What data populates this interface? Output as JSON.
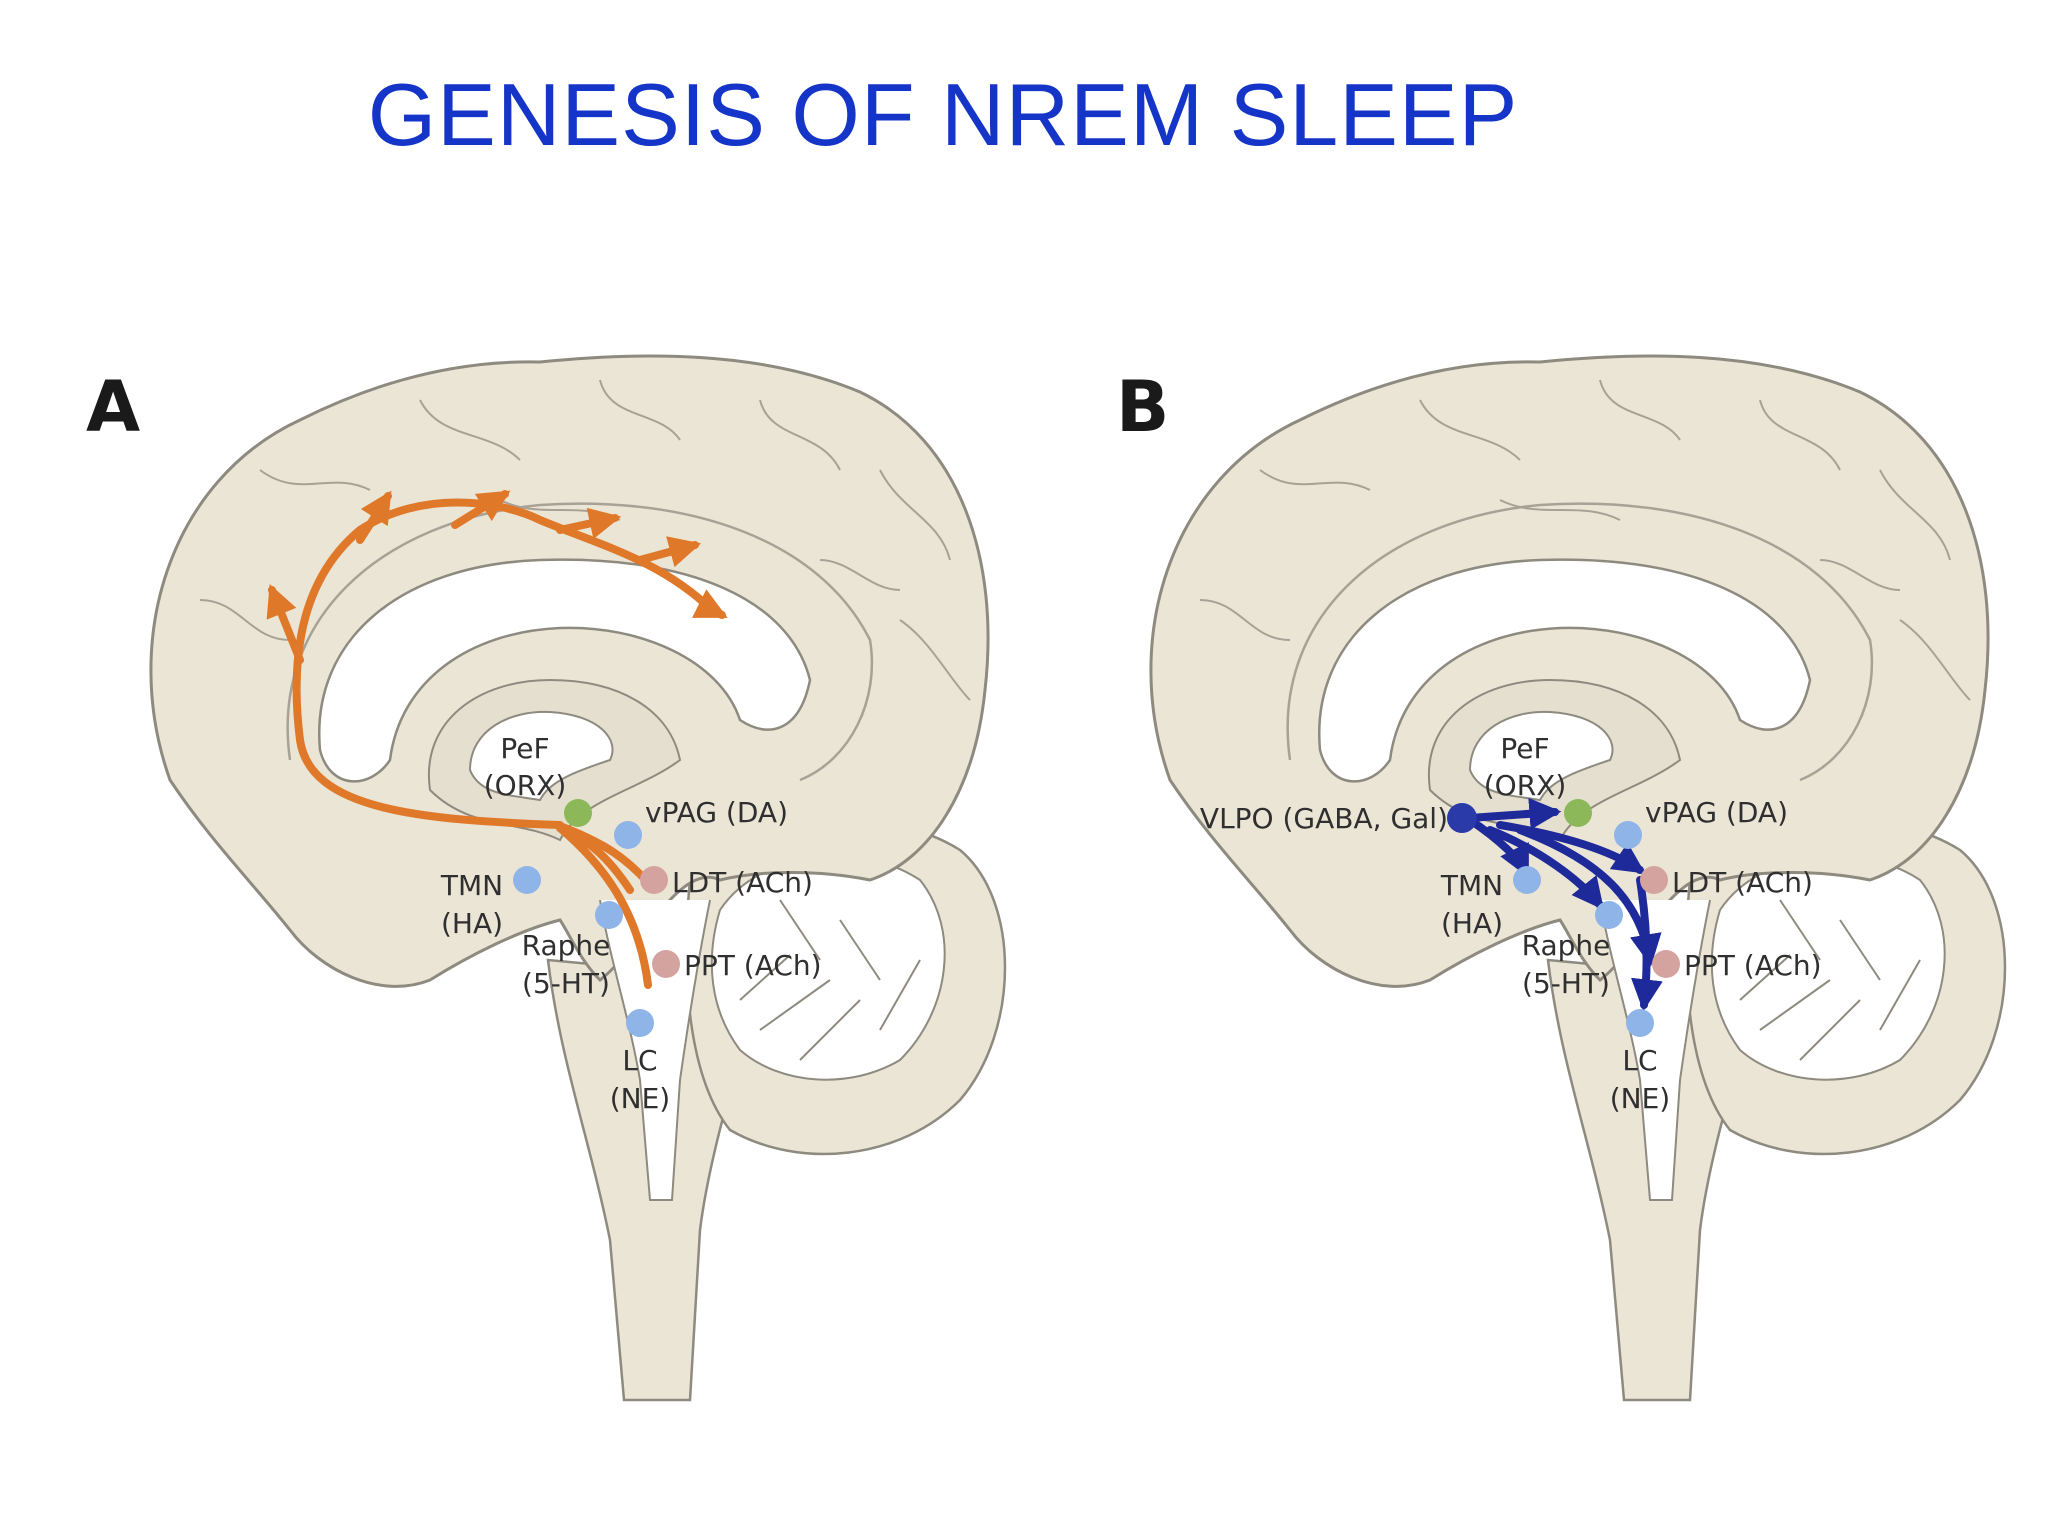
{
  "title": "GENESIS OF NREM SLEEP",
  "colors": {
    "title": "#1435c8",
    "brain_fill": "#ebe5d6",
    "brain_line": "#8f8a7f",
    "arousal_path": "#e0782a",
    "sleep_path": "#1f2a9a",
    "node_blue": "#8fb4e8",
    "node_green": "#8db85a",
    "node_pink": "#d4a3a0",
    "node_vlpo": "#2a3aa8"
  },
  "panels": [
    {
      "letter": "A",
      "labels": {
        "pef": "PeF",
        "orx": "(ORX)",
        "vpag": "vPAG (DA)",
        "tmn": "TMN",
        "ha": "(HA)",
        "ldt": "LDT (ACh)",
        "raphe": "Raphe",
        "ht": "(5-HT)",
        "ppt": "PPT (ACh)",
        "lc": "LC",
        "ne": "(NE)"
      }
    },
    {
      "letter": "B",
      "labels": {
        "vlpo": "VLPO (GABA, Gal)",
        "pef": "PeF",
        "orx": "(ORX)",
        "vpag": "vPAG (DA)",
        "tmn": "TMN",
        "ha": "(HA)",
        "ldt": "LDT (ACh)",
        "raphe": "Raphe",
        "ht": "(5-HT)",
        "ppt": "PPT (ACh)",
        "lc": "LC",
        "ne": "(NE)"
      }
    }
  ]
}
